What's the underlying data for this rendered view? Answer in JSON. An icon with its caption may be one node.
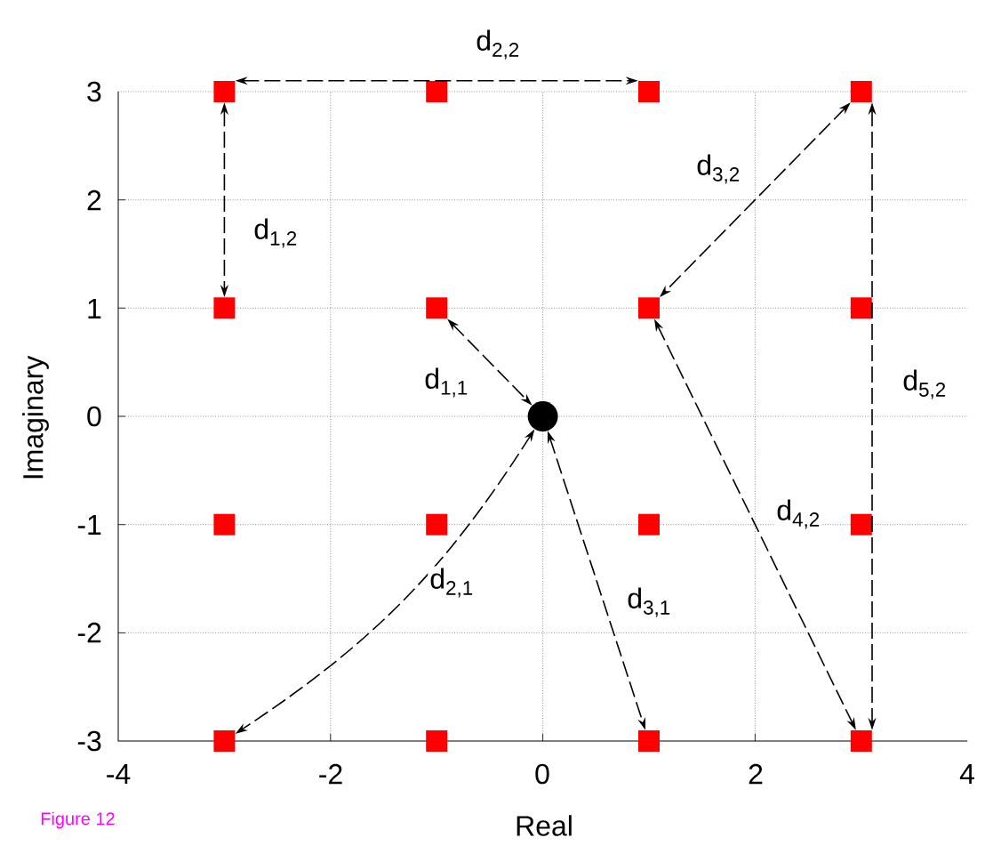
{
  "diagram": {
    "caption": "Figure 12",
    "nodes": [
      {
        "text": [],
        "shape": "box"
      },
      {
        "text": [],
        "shape": "box"
      },
      {
        "text": [],
        "shape": "box"
      },
      {
        "text": [],
        "shape": "box"
      },
      {
        "text": [],
        "shape": "box"
      },
      {
        "text": [],
        "shape": "box"
      },
      {
        "text": [],
        "shape": "box"
      },
      {
        "text": [],
        "shape": "box"
      },
      {
        "text": [],
        "shape": "circle"
      },
      {
        "text": [],
        "shape": "box"
      },
      {
        "text": [],
        "shape": "box"
      },
      {
        "text": [],
        "shape": "box"
      },
      {
        "text": [],
        "shape": "box"
      },
      {
        "text": [],
        "shape": "box"
      },
      {
        "text": [],
        "shape": "box"
      },
      {
        "text": [],
        "shape": "box"
      },
      {
        "text": [],
        "shape": "box"
      }
    ],
    "edges": [
      {
        "from": 0,
        "to": 2,
        "arrow": "both",
        "label": "d$_{2,2}$",
        "style": "dashed"
      },
      {
        "from": 0,
        "to": 4,
        "arrow": "both",
        "label": "d$_{1,2}$",
        "style": "dashed"
      },
      {
        "from": 3,
        "to": 6,
        "arrow": "both",
        "label": "d$_{3,2}$",
        "style": "dashed"
      },
      {
        "from": 5,
        "to": 8,
        "arrow": "both",
        "label": "d$_{1,1}$",
        "style": "dashed"
      },
      {
        "from": 3,
        "to": 16,
        "arrow": "both",
        "label": "d$_{5,2}$",
        "style": "dashed"
      },
      {
        "from": 6,
        "to": 16,
        "arrow": "both",
        "label": "d$_{4,2}$",
        "style": "dashed"
      },
      {
        "from": 8,
        "to": 13,
        "arrow": "both",
        "label": "d$_{2,1}$",
        "style": "dashed"
      },
      {
        "from": 8,
        "to": 15,
        "arrow": "both",
        "label": "d$_{3,1}$",
        "style": "dashed"
      }
    ],
    "labels": [
      "3",
      "2",
      "1",
      "Imaginary",
      "0",
      "-1",
      "-2",
      "-3",
      "-4",
      "-2",
      "0",
      "2",
      "4",
      "Real"
    ]
  }
}
